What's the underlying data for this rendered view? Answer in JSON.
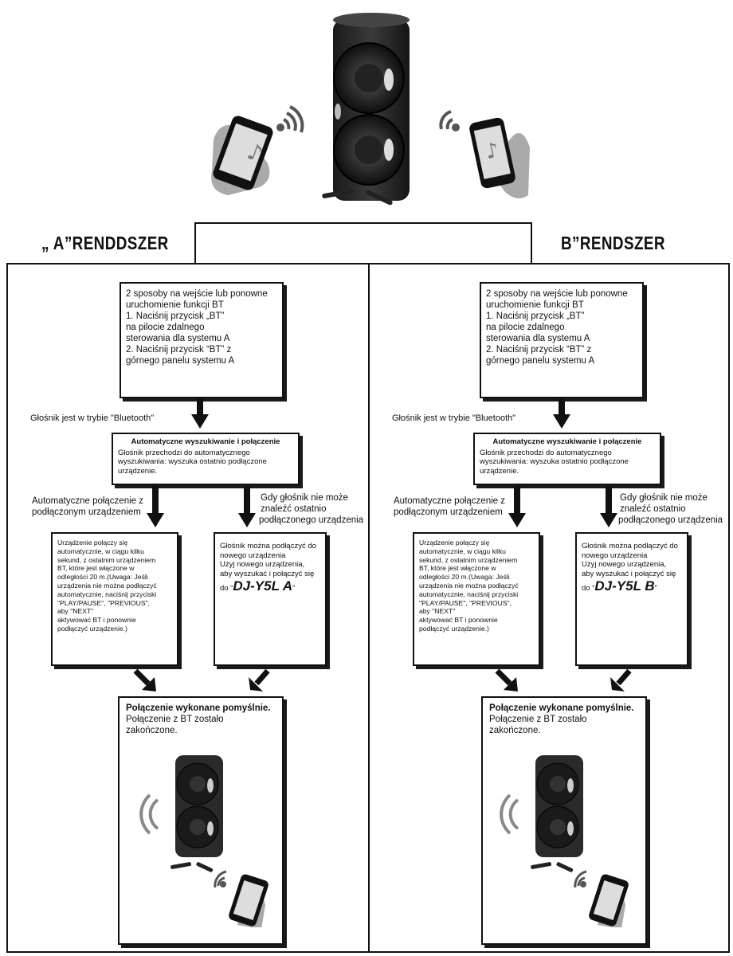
{
  "system_a": {
    "heading": "„ A”RENDDSZER",
    "start_box": [
      "2 sposoby na wejście lub ponowne",
      "uruchomienie funkcji BT",
      "1. Naciśnij przycisk „BT”",
      "na pilocie zdalnego",
      "sterowania dla systemu A",
      "2. Naciśnij przycisk “BT” z",
      "górnego panelu systemu A"
    ],
    "mode_label": "Głośnik jest w trybie \"Bluetooth\"",
    "auto_title": "Automatyczne wyszukiwanie i połączenie",
    "auto_text": [
      "Głośnik  przechodzi  do  automatycznego",
      "wyszukiwania: wyszuka ostatnio podłączone",
      "urządzenie."
    ],
    "left_label": [
      "Automatyczne połączenie z",
      "podłączonym urządzeniem"
    ],
    "right_label": [
      "Gdy głośnik nie może",
      "znaleźć ostatnio",
      "podłączonego urządzenia"
    ],
    "left_box": [
      "Urządzenie  połączy  się",
      "automatycznie, w ciągu kilku",
      "sekund, z ostatnim urządzeniem",
      "BT, które jest włączone w",
      "odległości 20 m.(Uwaga: Jeśli",
      "urządzenia nie można podłączyć",
      "automatycznie, naciśnij przyciski",
      "\"PLAY/PAUSE\", \"PREVIOUS\",",
      "aby \"NEXT\"",
      "aktywować BT i ponownie",
      "podłączyć urządzenie.)"
    ],
    "right_box": [
      "Głośnik można podłączyć do",
      "nowego urządzenia",
      "Użyj nowego urządzenia,",
      "aby wyszukać i połączyć się"
    ],
    "right_box_do": "do",
    "model_name": "DJ-Y5L A",
    "success_title": "Połączenie wykonane pomyślnie.",
    "success_text": "Połączenie z BT zostało zakończone."
  },
  "system_b": {
    "heading": "B”RENDSZER",
    "start_box": [
      "2 sposoby na wejście lub ponowne",
      "uruchomienie funkcji BT",
      "1. Naciśnij przycisk „BT”",
      "na pilocie zdalnego",
      "sterowania dla systemu A",
      "2. Naciśnij przycisk “BT” z",
      "górnego panelu systemu A"
    ],
    "mode_label": "Głośnik jest w trybie \"Bluetooth\"",
    "auto_title": "Automatyczne wyszukiwanie i połączenie",
    "auto_text": [
      "Głośnik  przechodzi  do  automatycznego",
      "wyszukiwania: wyszuka ostatnio podłączone",
      "urządzenie."
    ],
    "left_label": [
      "Automatyczne połączenie z",
      "podłączonym urządzeniem"
    ],
    "right_label": [
      "Gdy głośnik nie może",
      "znaleźć ostatnio",
      "podłączonego urządzenia"
    ],
    "left_box": [
      "Urządzenie  połączy  się",
      "automatycznie, w ciągu kilku",
      "sekund, z ostatnim urządzeniem",
      "BT, które jest włączone w",
      "odległości 20 m.(Uwaga: Jeśli",
      "urządzenia nie można podłączyć",
      "automatycznie, naciśnij przyciski",
      "\"PLAY/PAUSE\", \"PREVIOUS\",",
      "aby \"NEXT\"",
      "aktywować BT i ponownie",
      "podłączyć urządzenie.)"
    ],
    "right_box": [
      "Głośnik można podłączyć do",
      "nowego urządzenia",
      "Użyj nowego urządzenia,",
      "aby wyszukać i połączyć się"
    ],
    "right_box_do": "do",
    "model_name": "DJ-Y5L B",
    "success_title": "Połączenie wykonane pomyślnie.",
    "success_text": "Połączenie z BT zostało zakończone."
  },
  "icons": [
    "speaker-icon",
    "phone-icon",
    "wifi-signal-icon",
    "remote-icon",
    "microphone-icon",
    "arrow-icon"
  ]
}
